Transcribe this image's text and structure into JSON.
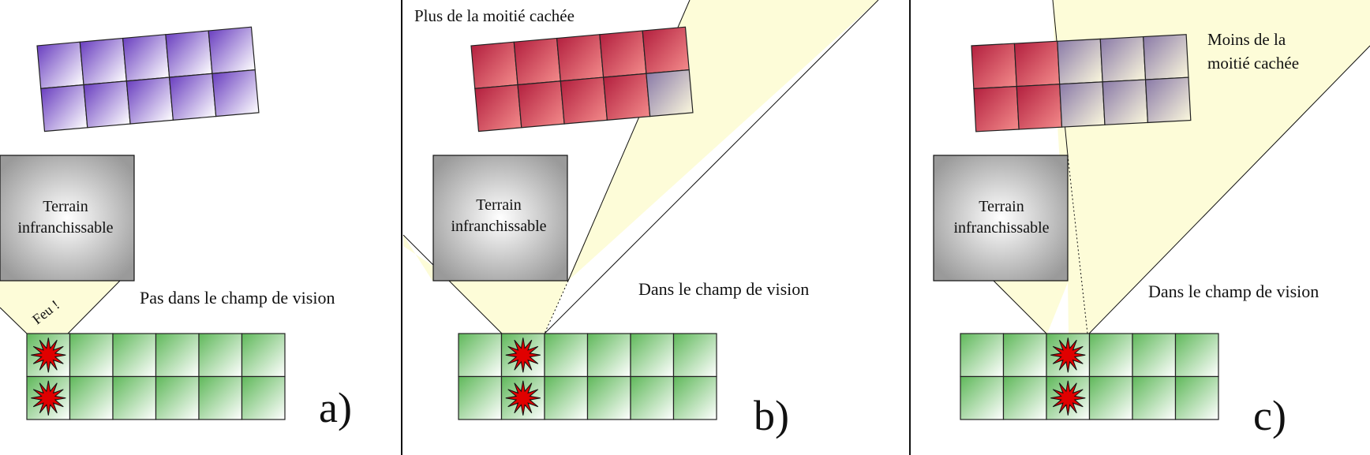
{
  "panels": [
    {
      "letter": "a)",
      "terrain_line1": "Terrain",
      "terrain_line2": "infranchissable",
      "vision_label": "Pas dans le champ de vision",
      "fire_label": "Feu !"
    },
    {
      "letter": "b)",
      "terrain_line1": "Terrain",
      "terrain_line2": "infranchissable",
      "vision_label": "Dans le champ de vision",
      "hidden_label": "Plus de la moitié cachée"
    },
    {
      "letter": "c)",
      "terrain_line1": "Terrain",
      "terrain_line2": "infranchissable",
      "vision_label": "Dans le champ de vision",
      "hidden_label_line1": "Moins de la",
      "hidden_label_line2": "moitié cachée"
    }
  ],
  "colors": {
    "shooter_unit": "#5fb85a",
    "target_unobserved": "#6a3fc0",
    "target_hidden": "#c42a4a",
    "target_visible_mixed": "#7a6a9e",
    "line_of_sight_fill": "#fdfcd8",
    "terrain": "#9a9a9a",
    "explosion": "#e00000"
  }
}
